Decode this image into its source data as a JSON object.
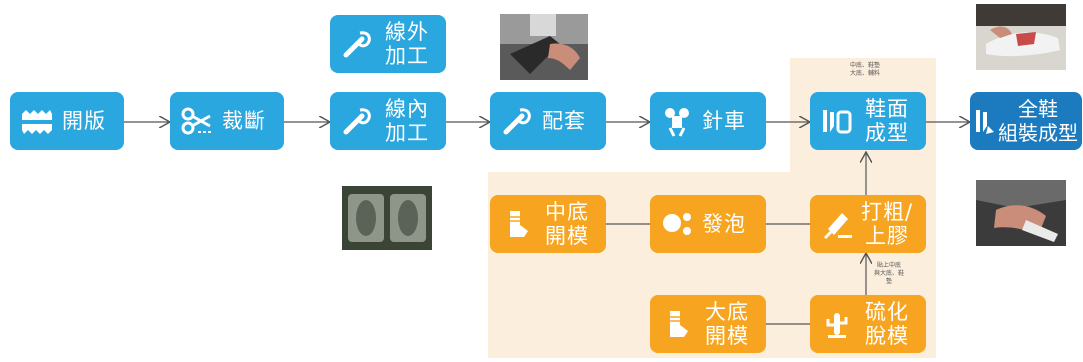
{
  "nodes": {
    "kaiban": {
      "label": "開版",
      "icon": "shoe-pattern-icon"
    },
    "caiduan": {
      "label": "裁斷",
      "icon": "scissors-icon"
    },
    "xianwai": {
      "line1": "線外",
      "line2": "加工",
      "icon": "sewing-needle-icon"
    },
    "xiannei": {
      "line1": "線內",
      "line2": "加工",
      "icon": "sewing-needle-icon"
    },
    "peitao": {
      "label": "配套",
      "icon": "sewing-needle-icon"
    },
    "zhenche": {
      "label": "針車",
      "icon": "sewing-machine-icon"
    },
    "xiemian": {
      "line1": "鞋面",
      "line2": "成型",
      "icon": "shoe-last-icon"
    },
    "quanxie": {
      "line1": "全鞋",
      "line2": "組裝成型",
      "icon": "shoe-assembly-icon"
    },
    "zhongdi": {
      "line1": "中底",
      "line2": "開模",
      "icon": "sock-mold-icon"
    },
    "fapao": {
      "label": "發泡",
      "icon": "foam-bubbles-icon"
    },
    "dacu": {
      "line1": "打粗/",
      "line2": "上膠",
      "icon": "glue-brush-icon"
    },
    "dadi": {
      "line1": "大底",
      "line2": "開模",
      "icon": "sock-mold-icon"
    },
    "liuhua": {
      "line1": "硫化",
      "line2": "脫模",
      "icon": "cactus-mold-icon"
    }
  },
  "notes": {
    "top": [
      "中底、鞋墊",
      "大底、輔料"
    ],
    "mid": [
      "貼上中底",
      "與大底、鞋墊"
    ]
  },
  "colors": {
    "blue": "#2aa7de",
    "dark_blue": "#1c7bbf",
    "orange": "#f7a520",
    "panel": "#fbeedd",
    "arrow": "#555555"
  }
}
